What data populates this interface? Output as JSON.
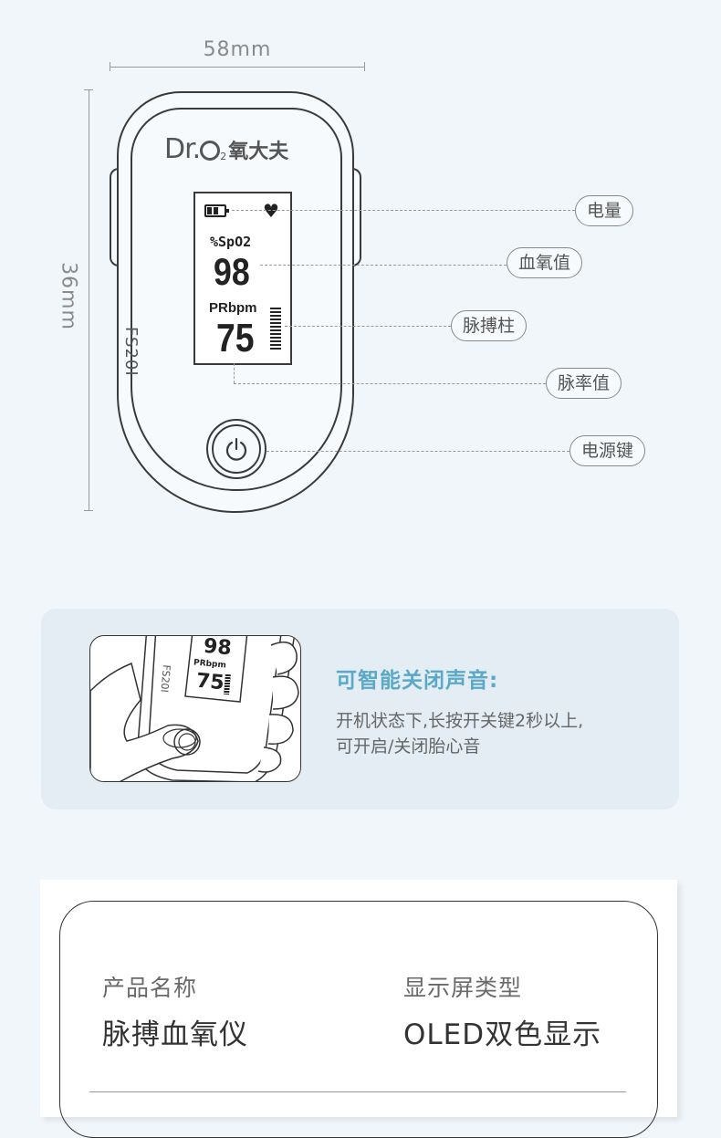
{
  "dimensions": {
    "width_label": "58mm",
    "height_label": "36mm"
  },
  "device": {
    "brand": "Dr.",
    "brand_o2": "2",
    "brand_cn": "氧大夫",
    "model": "FS20I",
    "screen": {
      "spo2_label": "%SpO2",
      "spo2_value": "98",
      "pr_label": "PRbpm",
      "pr_value": "75"
    }
  },
  "callouts": [
    {
      "label": "电量"
    },
    {
      "label": "血氧值"
    },
    {
      "label": "脉搏柱"
    },
    {
      "label": "脉率值"
    },
    {
      "label": "电源键"
    }
  ],
  "feature": {
    "title": "可智能关闭声音:",
    "desc_line1": "开机状态下,长按开关键2秒以上,",
    "desc_line2": "可开启/关闭胎心音",
    "illustration": {
      "spo2_value": "98",
      "pr_label": "PRbpm",
      "pr_value": "75",
      "model": "FS20I"
    }
  },
  "specs": [
    {
      "key": "产品名称",
      "value": "脉搏血氧仪"
    },
    {
      "key": "显示屏类型",
      "value": "OLED双色显示"
    }
  ]
}
